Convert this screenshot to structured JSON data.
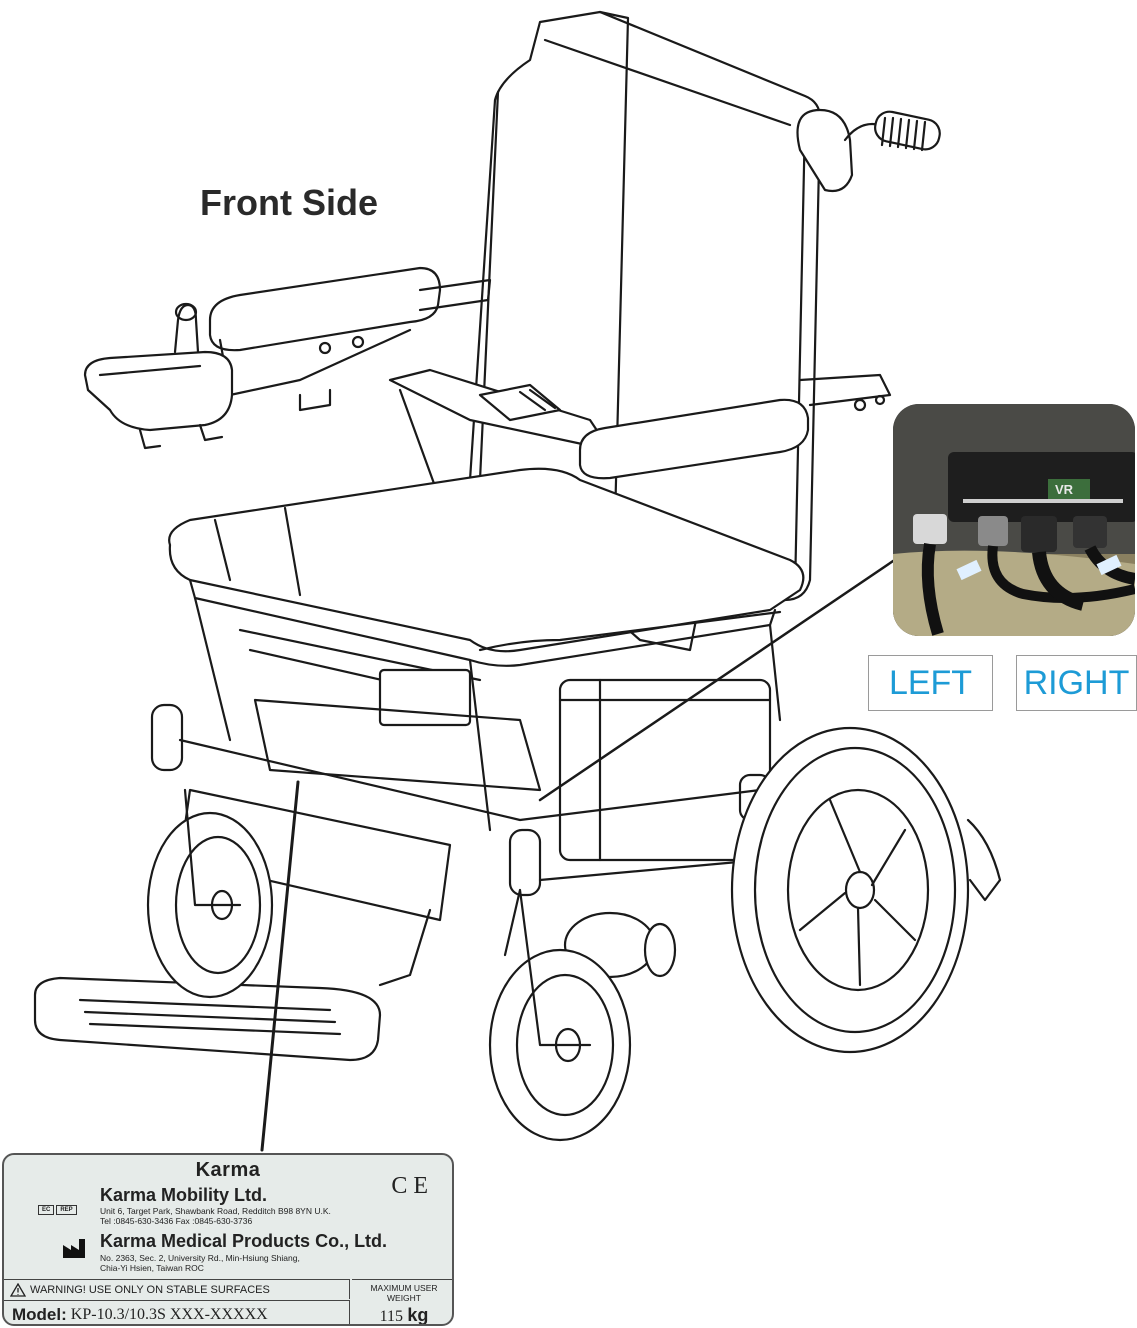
{
  "heading": "Front Side",
  "callouts": {
    "left": "LEFT",
    "right": "RIGHT"
  },
  "photo": {
    "badge_text": "VR"
  },
  "label": {
    "brand": "Karma",
    "ce_mark": "C E",
    "ec_rep": [
      "EC",
      "REP"
    ],
    "company1": "Karma Mobility Ltd.",
    "address1_line1": "Unit 6, Target Park, Shawbank Road, Redditch B98 8YN U.K.",
    "address1_line2": "Tel :0845-630-3436    Fax :0845-630-3736",
    "company2": "Karma Medical Products Co., Ltd.",
    "address2_line1": "No. 2363, Sec. 2, University Rd., Min-Hsiung Shiang,",
    "address2_line2": "Chia-Yi Hsien, Taiwan ROC",
    "warning": "WARNING! USE ONLY ON STABLE SURFACES",
    "model_label": "Model:",
    "model_value": "KP-10.3/10.3S  XXX-XXXXX",
    "max_weight_label_1": "MAXIMUM USER",
    "max_weight_label_2": "WEIGHT",
    "max_weight_value": "115",
    "max_weight_unit": "kg"
  },
  "colors": {
    "line": "#1a1a1a",
    "callout_text": "#1d9bd6",
    "plate": "#e6ebe9"
  }
}
